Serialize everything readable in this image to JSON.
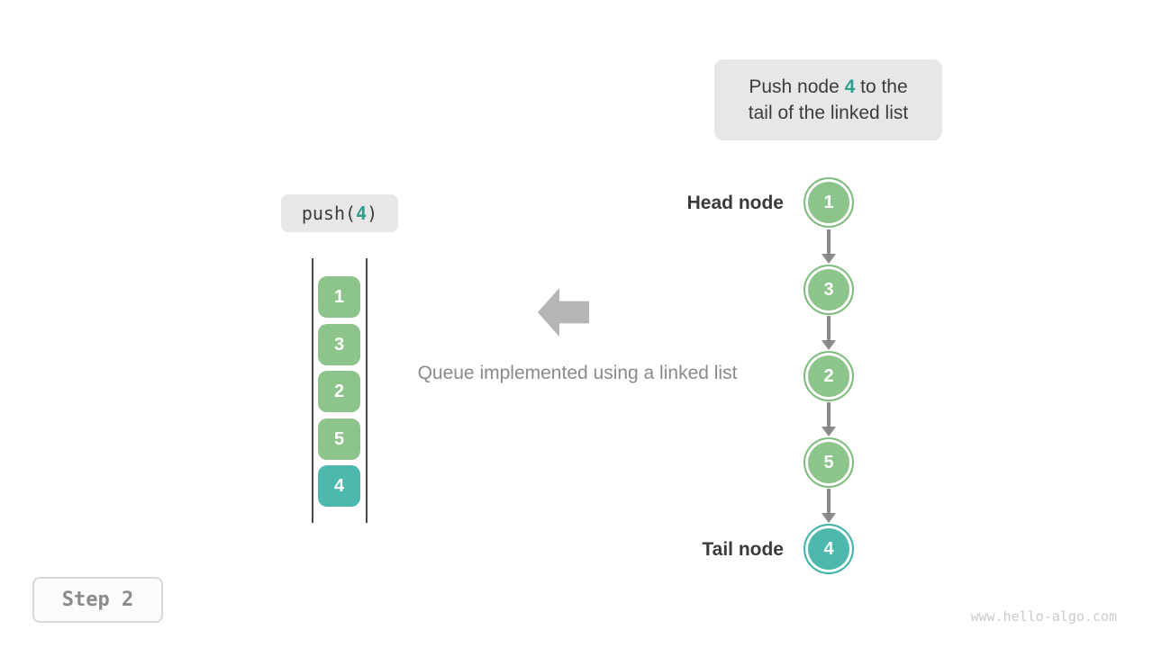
{
  "colors": {
    "node_green": "#8dc48b",
    "node_teal": "#4cb8ae",
    "accent_text_teal": "#2f9e8f",
    "gray_box_bg": "#e7e7e7",
    "dark_text": "#3c3c3c",
    "muted_text": "#8a8a8a",
    "big_arrow_gray": "#b5b5b5",
    "watermark_gray": "#cbcbcb"
  },
  "tooltip": {
    "line1_pre": "Push node ",
    "value": "4",
    "line1_post": " to the",
    "line2": "tail of the linked list"
  },
  "operation": {
    "pre": "push(",
    "value": "4",
    "post": ")"
  },
  "queue": {
    "items": [
      {
        "value": "1"
      },
      {
        "value": "3"
      },
      {
        "value": "2"
      },
      {
        "value": "5"
      },
      {
        "value": "4"
      }
    ],
    "highlighted_value": "4"
  },
  "caption": "Queue implemented using a linked list",
  "linked_list": {
    "head_label": "Head node",
    "tail_label": "Tail node",
    "nodes": [
      {
        "value": "1"
      },
      {
        "value": "3"
      },
      {
        "value": "2"
      },
      {
        "value": "5"
      },
      {
        "value": "4"
      }
    ],
    "highlighted_value": "4"
  },
  "step_label": "Step 2",
  "watermark": "www.hello-algo.com"
}
